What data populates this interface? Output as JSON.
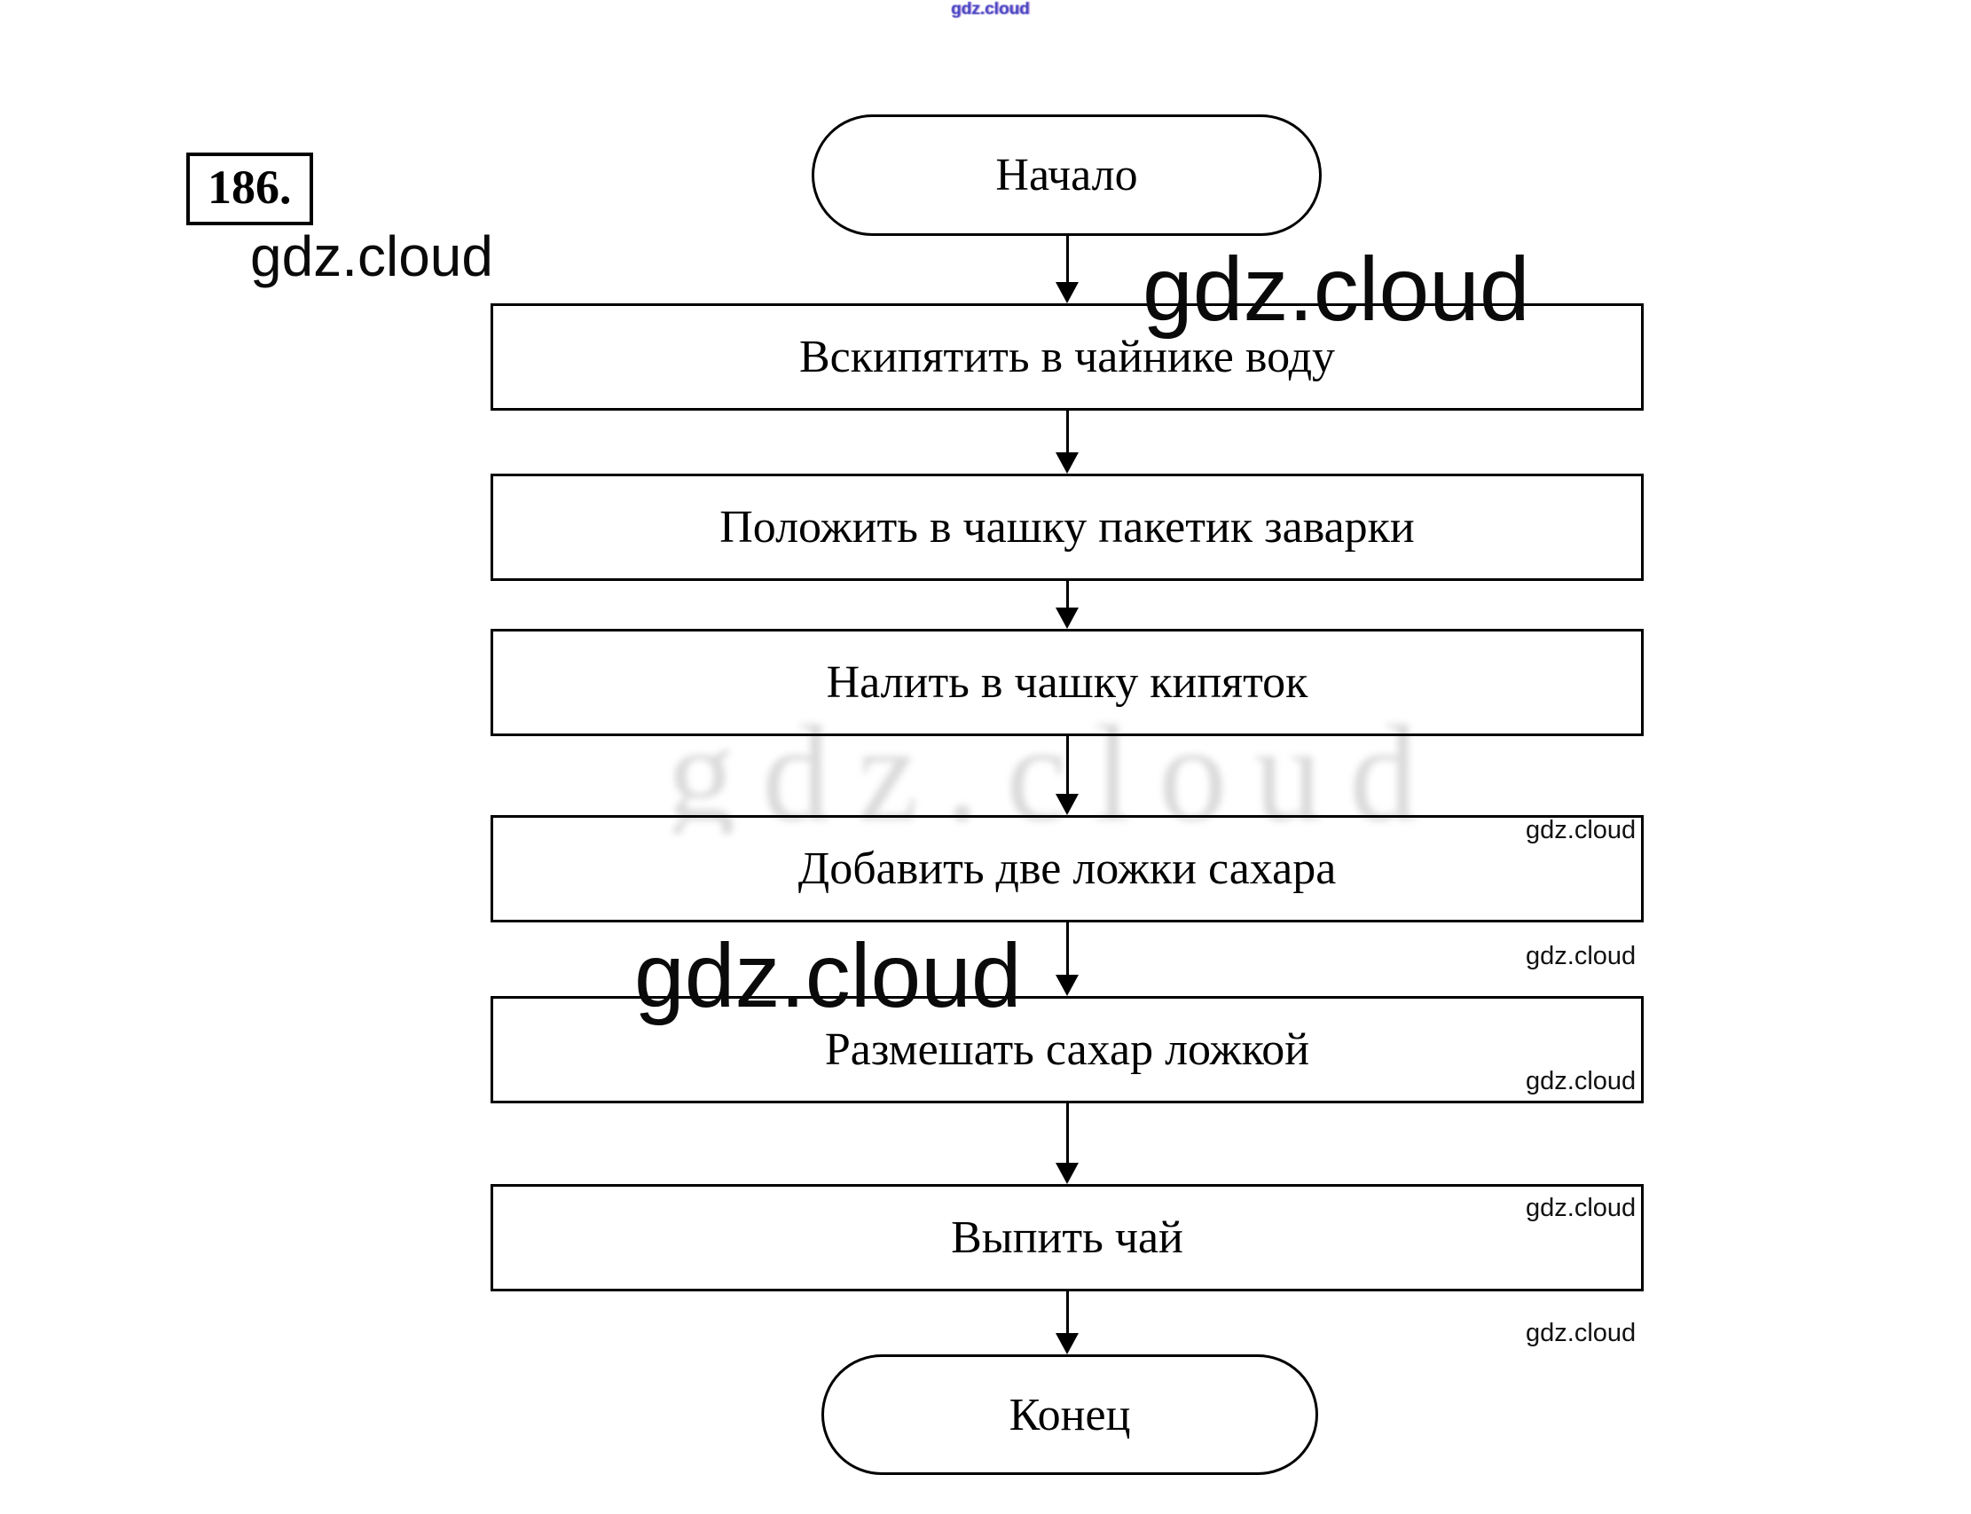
{
  "page": {
    "task_number": "186.",
    "background": "#ffffff",
    "line_color": "#000000"
  },
  "watermarks": {
    "top_small": "gdz.cloud",
    "left_large": "gdz.cloud",
    "right_large": "gdz.cloud",
    "center_large": "gdz.cloud",
    "faint_band": "gdz.cloud",
    "side_label": "gdz.cloud"
  },
  "flowchart": {
    "start": "Начало",
    "steps": [
      "Вскипятить в чайнике воду",
      "Положить в чашку пакетик заварки",
      "Налить в чашку кипяток",
      "Добавить две ложки сахара",
      "Размешать сахар ложкой",
      "Выпить чай"
    ],
    "end": "Конец"
  }
}
